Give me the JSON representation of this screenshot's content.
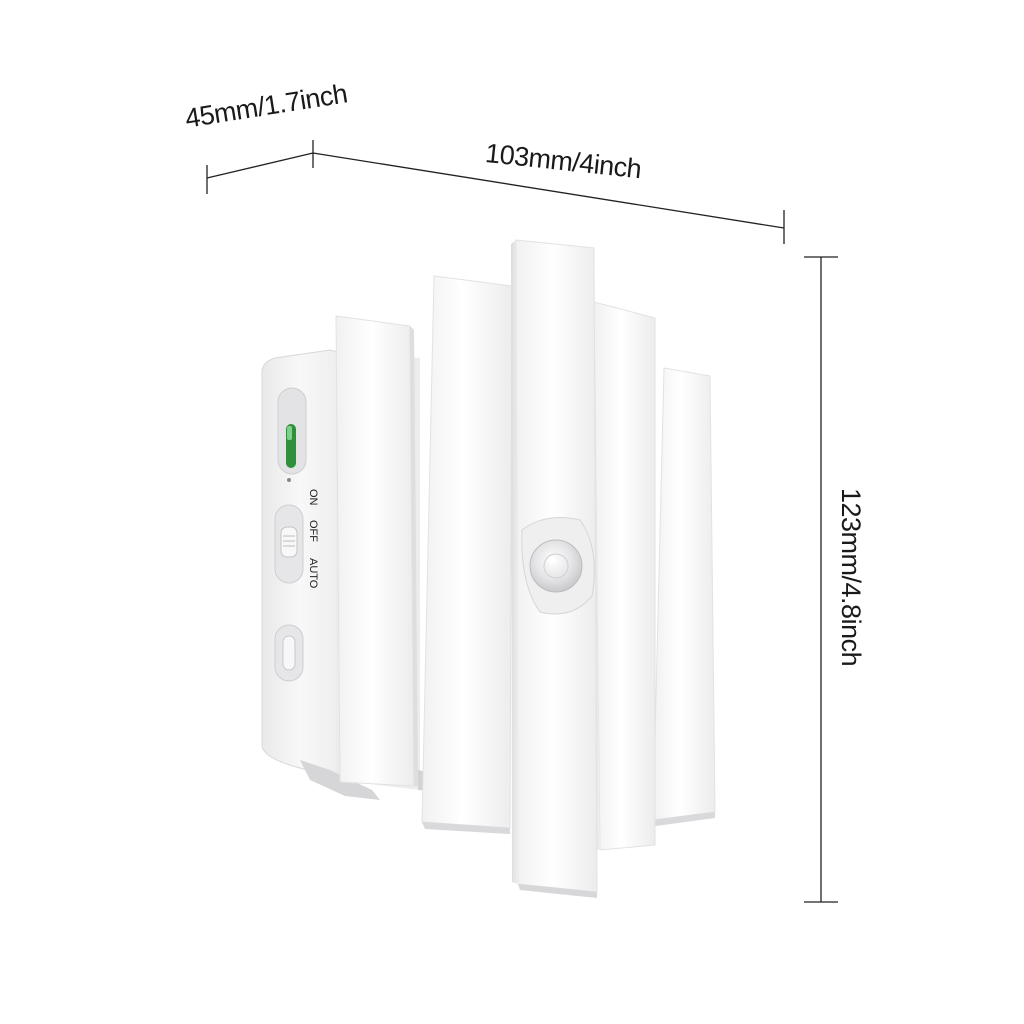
{
  "dimensions": {
    "depth_label": "45mm/1.7inch",
    "width_label": "103mm/4inch",
    "height_label": "123mm/4.8inch"
  },
  "product": {
    "switch_positions": [
      "ON",
      "OFF",
      "AUTO"
    ],
    "body_color": "#f7f7f7",
    "indicator_color": "#2f8f3a"
  }
}
